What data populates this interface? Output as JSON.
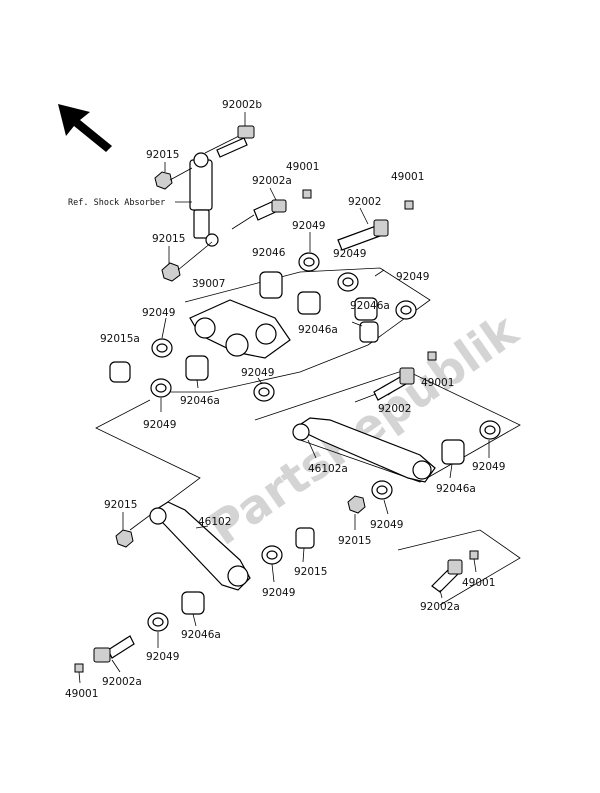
{
  "watermark": "PartsRepublik",
  "reference_note": "Ref. Shock Absorber",
  "labels": {
    "l92002b": "92002b",
    "l92015_a": "92015",
    "l49001_a": "49001",
    "l92002a_a": "92002a",
    "l49001_b": "49001",
    "l92002_a": "92002",
    "l92015_b": "92015",
    "l92049_a": "92049",
    "l92046_a": "92046",
    "l92049_b": "92049",
    "l39007": "39007",
    "l92049_c": "92049",
    "l92046a_a": "92046a",
    "l92015a": "92015a",
    "l92046a_b": "92046a",
    "l49001_c": "49001",
    "l92049_d": "92049",
    "l92046a_c": "92046a",
    "l92049_e": "92049",
    "l92002_b": "92002",
    "l92049_f": "92049",
    "l46102a": "46102a",
    "l92049_g": "92049",
    "l92046a_d": "92046a",
    "l92015_c": "92015",
    "l46102": "46102",
    "l92049_h": "92049",
    "l92015_d": "92015",
    "l92015_e": "92015",
    "l49001_d": "49001",
    "l92049_i": "92049",
    "l92002a_b": "92002a",
    "l92046a_e": "92046a",
    "l92049_j": "92049",
    "l49001_e": "49001",
    "l92002a_c": "92002a"
  }
}
